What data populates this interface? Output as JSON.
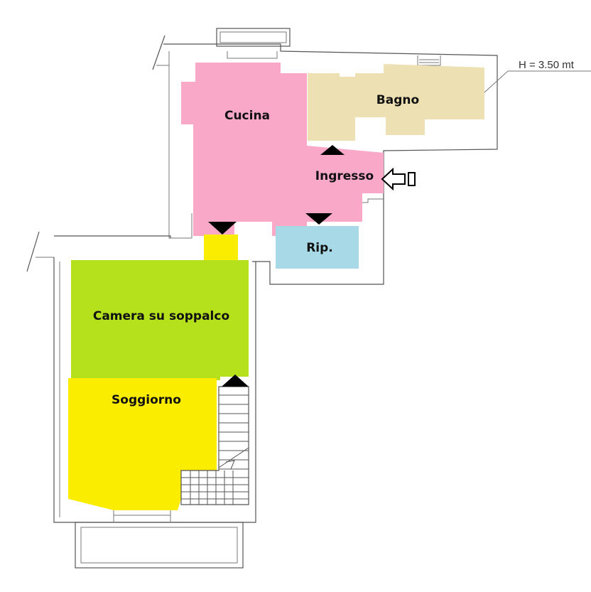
{
  "rooms": {
    "cucina": {
      "label": "Cucina",
      "color": "#f9a8c8"
    },
    "ingresso": {
      "label": "Ingresso",
      "color": "#f9a8c8"
    },
    "bagno": {
      "label": "Bagno",
      "color": "#ede1b4"
    },
    "ripostiglio": {
      "label": "Rip.",
      "color": "#a7dae6"
    },
    "camera": {
      "label": "Camera su soppalco",
      "color": "#b4e01c"
    },
    "soggiorno": {
      "label": "Soggiorno",
      "color": "#fbed00"
    }
  },
  "annotations": {
    "height": "H = 3.50 mt"
  },
  "icons": {
    "entrance": "entrance-arrow-icon",
    "door": "door-triangle-icon"
  }
}
